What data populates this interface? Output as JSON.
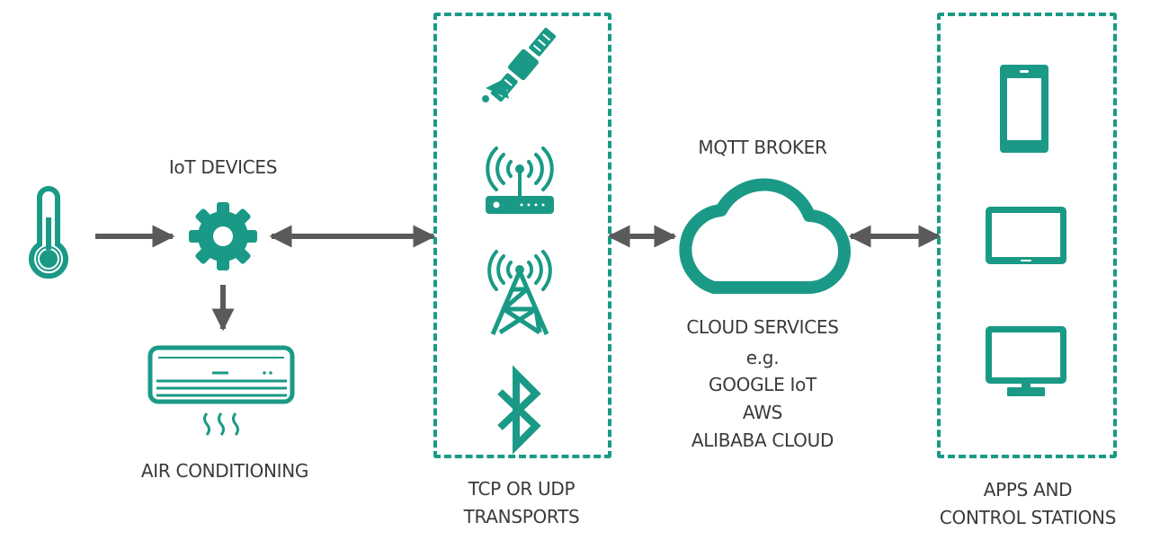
{
  "diagram": {
    "title": "MQTT IoT architecture",
    "colors": {
      "accent": "#1a9a86",
      "arrow": "#5a5a5a",
      "text": "#3a3a3a",
      "background": "#ffffff"
    },
    "nodes": {
      "sensor": {
        "icon": "thermometer-icon"
      },
      "iot_devices": {
        "label": "IoT DEVICES",
        "icon": "gear-icon"
      },
      "air_conditioning": {
        "label": "AIR CONDITIONING",
        "icon": "air-conditioner-icon"
      },
      "transports": {
        "label_line1": "TCP OR UDP",
        "label_line2": "TRANSPORTS",
        "icons": [
          "satellite-icon",
          "wifi-router-icon",
          "cell-tower-icon",
          "bluetooth-icon"
        ]
      },
      "broker": {
        "label": "MQTT BROKER",
        "icon": "cloud-icon",
        "services_title": "CLOUD SERVICES",
        "services_eg": "e.g.",
        "services": [
          "GOOGLE IoT",
          "AWS",
          "ALIBABA CLOUD"
        ]
      },
      "apps": {
        "label_line1": "APPS AND",
        "label_line2": "CONTROL STATIONS",
        "icons": [
          "smartphone-icon",
          "tablet-icon",
          "desktop-monitor-icon"
        ]
      }
    },
    "edges": [
      {
        "from": "sensor",
        "to": "iot_devices",
        "direction": "one-way"
      },
      {
        "from": "iot_devices",
        "to": "air_conditioning",
        "direction": "one-way"
      },
      {
        "from": "iot_devices",
        "to": "transports",
        "direction": "two-way"
      },
      {
        "from": "transports",
        "to": "broker",
        "direction": "two-way"
      },
      {
        "from": "broker",
        "to": "apps",
        "direction": "two-way"
      }
    ]
  }
}
